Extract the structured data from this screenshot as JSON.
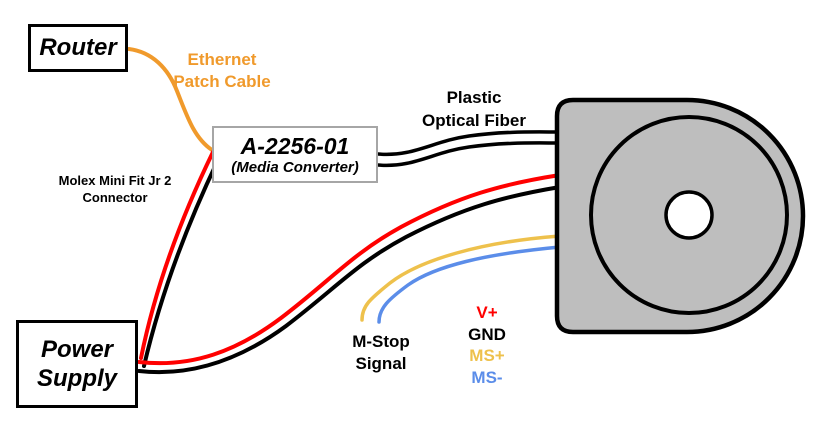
{
  "colors": {
    "red": "#FF0000",
    "black": "#000000",
    "orange": "#F09A2C",
    "yellow": "#EEC14C",
    "blue": "#5B8DE9",
    "motor_gray": "#BEBEBE",
    "motor_hole_white": "#FFFFFF",
    "converter_border_gray": "#A6A6A6"
  },
  "router": {
    "label": "Router"
  },
  "media_converter": {
    "title": "A-2256-01",
    "subtitle": "(Media Converter)"
  },
  "power_supply": {
    "line1": "Power",
    "line2": "Supply"
  },
  "labels": {
    "ethernet_cable": {
      "line1": "Ethernet",
      "line2": "Patch Cable"
    },
    "optical_fiber": {
      "line1": "Plastic",
      "line2": "Optical Fiber"
    },
    "molex_connector": {
      "line1": "Molex Mini Fit Jr 2",
      "line2": "Connector"
    },
    "mstop_signal": {
      "line1": "M-Stop",
      "line2": "Signal"
    }
  },
  "legend": {
    "items": [
      {
        "label": "V+",
        "color": "#FF0000"
      },
      {
        "label": "GND",
        "color": "#000000"
      },
      {
        "label": "MS+",
        "color": "#EEC14C"
      },
      {
        "label": "MS-",
        "color": "#5B8DE9"
      }
    ]
  }
}
